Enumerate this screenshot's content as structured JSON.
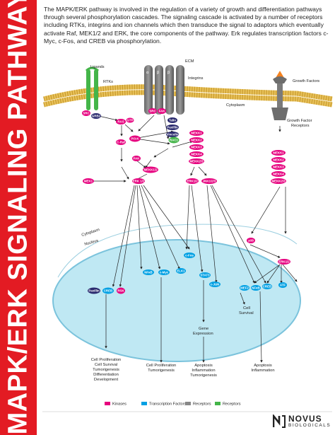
{
  "sidebar": {
    "title": "MAPK/ERK SIGNALING PATHWAY"
  },
  "intro": "The MAPK/ERK pathway is involved in the regulation of a variety of growth and differentiation pathways through several phosphorylation cascades.  The signaling cascade is activated by a number of receptors including RTKs, integrins and ion channels which then transduce the signal to adaptors which eventually activate Raf, MEK1/2 and ERK, the core components of the pathway.  Erk regulates transcription factors c-Myc, c-Fos, and CREB via phosphorylation.",
  "labels": {
    "ecm": "ECM",
    "ligands": "Ligands",
    "rtks": "RTKs",
    "integrins": "Integrins",
    "integrin_alpha": "α",
    "integrin_beta1": "β",
    "integrin_beta2": "β",
    "growth_factors": "Growth Factors",
    "cytoplasm_top": "Cytoplasm",
    "gf_receptors_1": "Growth Factor",
    "gf_receptors_2": "Receptors",
    "cytoplasm_lower": "Cytoplasm",
    "nucleus": "Nucleus",
    "gtp1": "GTP",
    "gtp2": "GTP",
    "gene_expr_1": "Gene",
    "gene_expr_2": "Expression",
    "cell_survival_1": "Cell",
    "cell_survival_2": "Survival"
  },
  "nodes": {
    "src1": "SRC",
    "grb2": "GRB2",
    "ras": "RAS",
    "gtp": "GTP",
    "src2": "SRC",
    "fak": "FAK",
    "talin": "Talin",
    "paxillin_top": "Paxillin",
    "vinculin": "Vinculin",
    "pi3k": "PI3-K",
    "craf": "C-Raf",
    "rac1": "RAC1",
    "pak": "PAK",
    "mekk1a": "MEKK1",
    "mekk2a": "MEKK2",
    "mekk3a": "MEKK3",
    "mekk4a": "MEKK4",
    "mekk23a": "MEKK2/3",
    "mekk12": "MEKK1/2",
    "mek1": "MEK1",
    "erk12": "ERK 1/2",
    "erk12b": "ERK1/2",
    "jnk": "JNK1/2/3",
    "mekk1b": "MEKK1",
    "mekk2b": "MEKK2",
    "mekk3b": "MEKK3",
    "mekk4b": "MEKK4",
    "mekk23b": "MEKK2/3",
    "p38": "p38",
    "erk12c": "ERK1/2",
    "cfos": "c-Fos",
    "nfkb1": "NFκB",
    "cmyc": "c-Myc",
    "elk1": "ELK1",
    "stat3": "STAT3",
    "cjun": "c-JUN",
    "paxillin": "Paxillin",
    "creb1": "CREB",
    "rsk": "RSK",
    "mef2": "MEF2",
    "nfkb2": "NFκB",
    "creb2": "CREB",
    "atf": "ATF"
  },
  "outcomes": {
    "o1": [
      "Cell Proliferation",
      "Cell Survival",
      "Tumorigenesis",
      "Differentiation",
      "Development"
    ],
    "o2": [
      "Cell Proliferation",
      "Tumorigenesis"
    ],
    "o3": [
      "Apoptosis",
      "Inflammation",
      "Tumorigenesis"
    ],
    "o4": [
      "Apoptosis",
      "Inflammation"
    ]
  },
  "legend": [
    {
      "label": "Kinases",
      "color": "#e6007e"
    },
    {
      "label": "Transcription Factors",
      "color": "#00a0e3"
    },
    {
      "label": "Receptors",
      "color": "#888888"
    },
    {
      "label": "Receptors",
      "color": "#44b549"
    }
  ],
  "footer": {
    "logo_name": "NOVUS",
    "logo_sub": "BIOLOGICALS"
  },
  "colors": {
    "kinase": "#e6007e",
    "tf": "#00a0e3",
    "adaptor": "#2a2a6e",
    "nucleus": "#bfe8f3",
    "brand_red": "#e31b23"
  }
}
